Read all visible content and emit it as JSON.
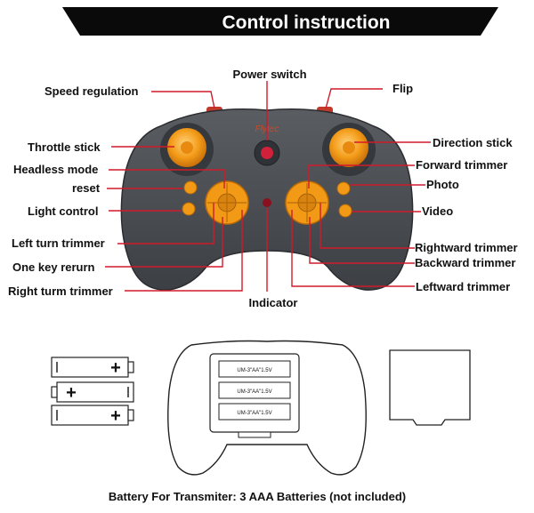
{
  "title": "Control instruction",
  "brand": "Flytec",
  "labels": {
    "power_switch": "Power switch",
    "speed_regulation": "Speed regulation",
    "flip": "Flip",
    "throttle_stick": "Throttle stick",
    "direction_stick": "Direction stick",
    "headless_mode": "Headless mode",
    "forward_trimmer": "Forward trimmer",
    "reset": "reset",
    "photo": "Photo",
    "light_control": "Light control",
    "video": "Video",
    "left_turn_trimmer": "Left turn trimmer",
    "rightward_trimmer": "Rightward trimmer",
    "one_key_return": "One key rerurn",
    "backward_trimmer": "Backward trimmer",
    "right_turn_trimmer": "Right turm trimmer",
    "leftward_trimmer": "Leftward trimmer",
    "indicator": "Indicator"
  },
  "battery_cell_label": "UM-3\"AA\"1.5V",
  "battery_note": "Battery For Transmiter: 3 AAA Batteries (not included)",
  "colors": {
    "title_bar": "#0a0a0a",
    "leader_line": "#d11a2a",
    "controller_body": "#4a4d52",
    "button_orange": "#f29a16"
  }
}
